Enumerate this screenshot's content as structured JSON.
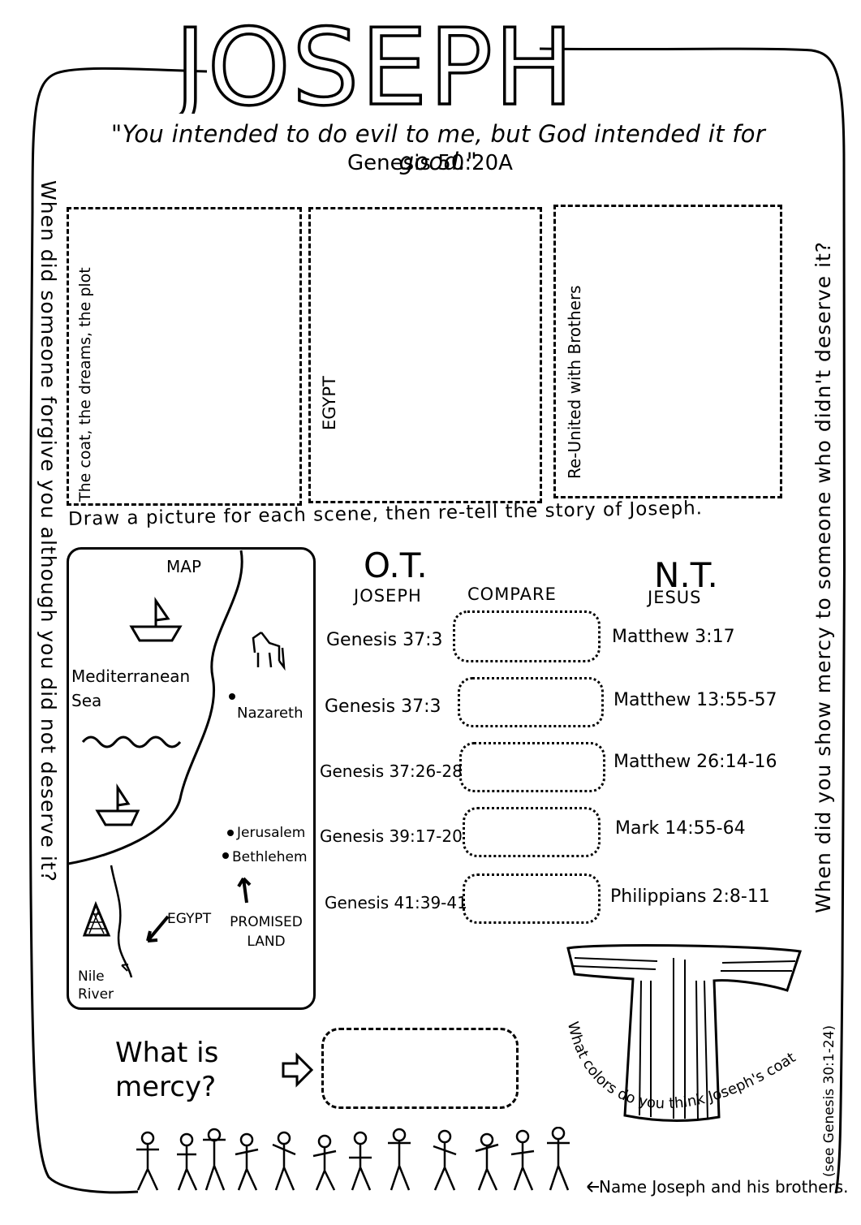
{
  "title": "JOSEPH",
  "quote": "\"You intended to do evil to me, but God intended it for good.\"",
  "reference": "Genesis 50:20A",
  "scenes": [
    {
      "label": "The coat, the dreams, the plot"
    },
    {
      "label": "EGYPT"
    },
    {
      "label": "Re-United with Brothers"
    }
  ],
  "instruction": "Draw a picture for each scene, then re-tell the story of Joseph.",
  "left_question": "When did someone forgive you although you did not deserve it?",
  "right_question": "When did you show mercy to someone who didn't deserve it?",
  "map": {
    "title": "MAP",
    "sea": "Mediterranean Sea",
    "places": [
      "Nazareth",
      "Jerusalem",
      "Bethlehem"
    ],
    "egypt": "EGYPT",
    "promised_land": "PROMISED LAND",
    "nile": "Nile River"
  },
  "compare": {
    "ot_title": "O.T.",
    "ot_subtitle": "JOSEPH",
    "middle": "COMPARE",
    "nt_title": "N.T.",
    "nt_subtitle": "JESUS",
    "rows": [
      {
        "ot": "Genesis 37:3",
        "nt": "Matthew 3:17"
      },
      {
        "ot": "Genesis 37:3",
        "nt": "Matthew 13:55-57"
      },
      {
        "ot": "Genesis 37:26-28",
        "nt": "Matthew 26:14-16"
      },
      {
        "ot": "Genesis 39:17-20",
        "nt": "Mark 14:55-64"
      },
      {
        "ot": "Genesis 41:39-41",
        "nt": "Philippians 2:8-11"
      }
    ]
  },
  "mercy_question": "What is mercy?",
  "coat_question": "What colors do you think Joseph's coat was?",
  "brothers_note": "Name Joseph and his brothers.",
  "brothers_ref": "(see Genesis 30:1-24)"
}
